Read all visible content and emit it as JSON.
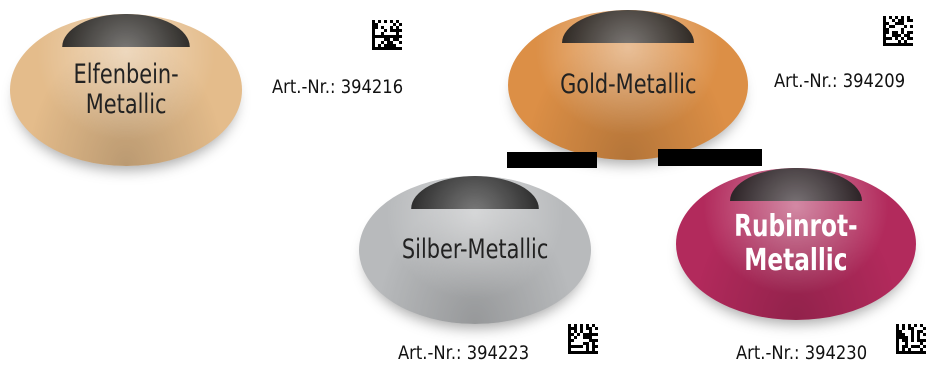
{
  "colors": {
    "elfenbein": "#e4bc8b",
    "gold": "#dc8f46",
    "silber": "#b8babc",
    "rubinrot": "#b22a5c"
  },
  "swatches": [
    {
      "label": "Elfenbein-\nMetallic",
      "art": "Art.-Nr.: 394216"
    },
    {
      "label": "Gold-Metallic",
      "art": "Art.-Nr.: 394209"
    },
    {
      "label": "Silber-Metallic",
      "art": "Art.-Nr.: 394223"
    },
    {
      "label": "Rubinrot-\nMetallic",
      "art": "Art.-Nr.: 394230"
    }
  ],
  "icons": {
    "code": "datamatrix-code-icon"
  }
}
